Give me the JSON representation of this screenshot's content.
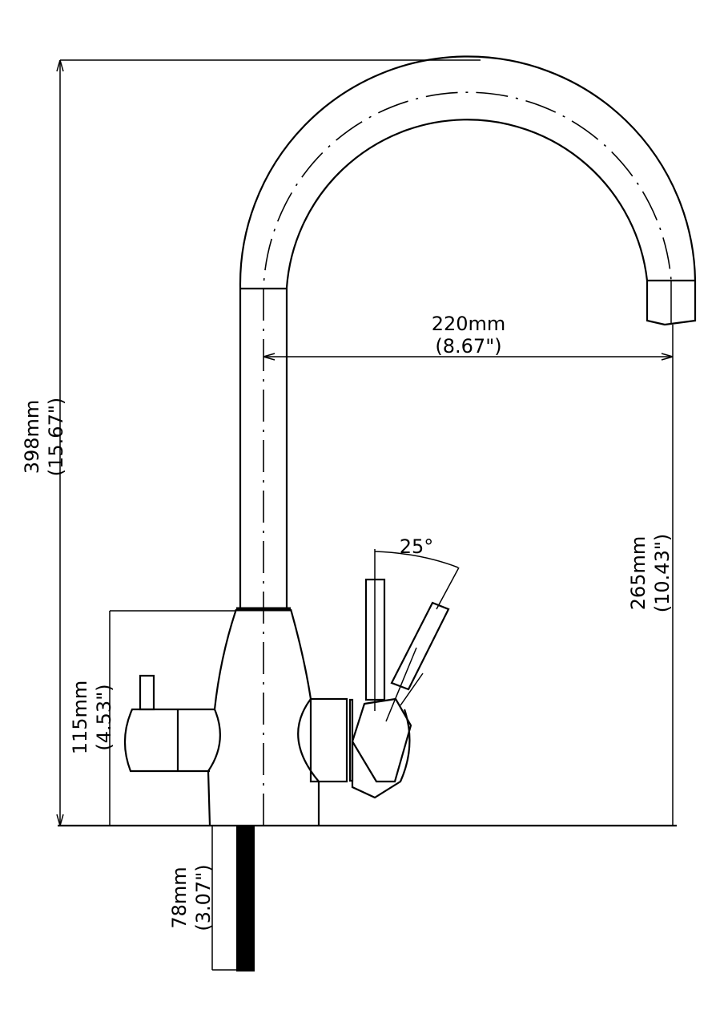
{
  "dimensions": {
    "total_height": {
      "mm": "398mm",
      "inch": "(15.67\")"
    },
    "spout_reach": {
      "mm": "220mm",
      "inch": "(8.67\")"
    },
    "spout_height": {
      "mm": "265mm",
      "inch": "(10.43\")"
    },
    "body_height": {
      "mm": "115mm",
      "inch": "(4.53\")"
    },
    "shank_length": {
      "mm": "78mm",
      "inch": "(3.07\")"
    },
    "lever_angle": "25°"
  }
}
